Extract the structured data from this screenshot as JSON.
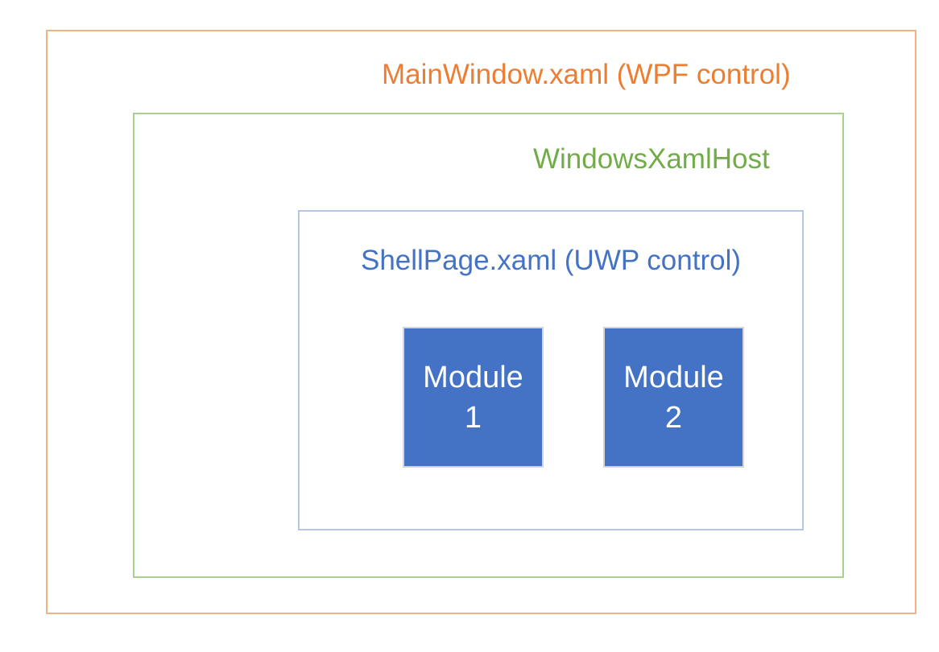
{
  "diagram": {
    "title": "MainWindow.xaml (WPF control)",
    "outer_box": {
      "label": "MainWindow.xaml (WPF control)",
      "border_color": "#f4b183",
      "text_color": "#ed7d31"
    },
    "host_box": {
      "label": "WindowsXamlHost",
      "border_color": "#a9d18e",
      "text_color": "#70ad47"
    },
    "shell_box": {
      "label": "ShellPage.xaml (UWP control)",
      "border_color": "#b4c7e7",
      "text_color": "#4472c4"
    },
    "modules": [
      {
        "label": "Module 1",
        "lines": [
          "Module",
          "1"
        ],
        "fill_color": "#4472c4",
        "text_color": "#ffffff"
      },
      {
        "label": "Module 2",
        "lines": [
          "Module",
          "2"
        ],
        "fill_color": "#4472c4",
        "text_color": "#ffffff"
      }
    ],
    "background_color": "#ffffff"
  }
}
